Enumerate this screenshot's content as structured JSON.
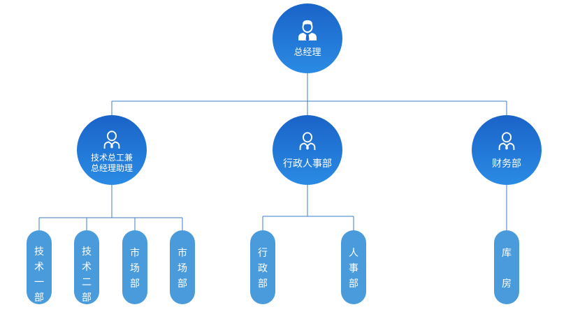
{
  "nodes": {
    "gm": {
      "label": "总经理"
    },
    "tech": {
      "label_line1": "技术总工兼",
      "label_line2": "总经理助理"
    },
    "admin": {
      "label": "行政人事部"
    },
    "finance": {
      "label": "财务部"
    }
  },
  "departments": [
    {
      "name": "技术一部",
      "chars": [
        "技",
        "术",
        "一",
        "部"
      ]
    },
    {
      "name": "技术二部",
      "chars": [
        "技",
        "术",
        "二",
        "部"
      ]
    },
    {
      "name": "市场部",
      "chars": [
        "市",
        "场",
        "部"
      ]
    },
    {
      "name": "市场部",
      "chars": [
        "市",
        "场",
        "部"
      ]
    },
    {
      "name": "行政部",
      "chars": [
        "行",
        "政",
        "部"
      ]
    },
    {
      "name": "人事部",
      "chars": [
        "人",
        "事",
        "部"
      ]
    },
    {
      "name": "库房",
      "chars": [
        "库",
        "",
        "房"
      ]
    }
  ],
  "colors": {
    "circle_top": "#1a63c8",
    "circle_bottom": "#2a8be4",
    "pill": "#4a9bdc",
    "line": "#3c7fc9"
  },
  "icon": "person-with-tie-icon"
}
